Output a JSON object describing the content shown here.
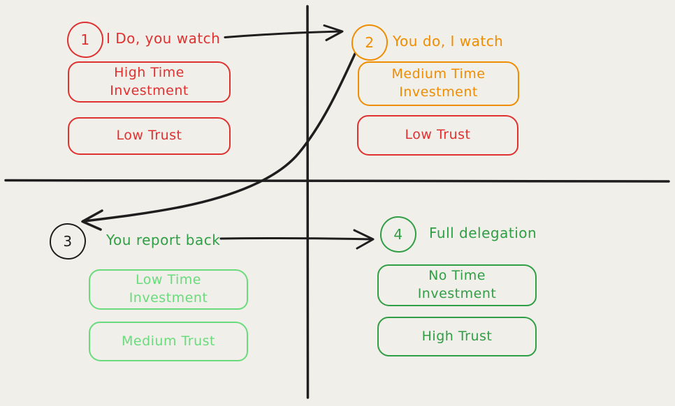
{
  "colors": {
    "background": "#f0efe9",
    "ink": "#1e1e1e",
    "red": "#e03131",
    "orange": "#f08c00",
    "green": "#2f9e44",
    "light_green": "#69db7c"
  },
  "stages": [
    {
      "number": "1",
      "label": "I Do, you watch",
      "label_color": "#e03131",
      "circle_color": "#e03131",
      "boxes": [
        {
          "text": "High Time Investment",
          "color": "#e03131"
        },
        {
          "text": "Low Trust",
          "color": "#e03131"
        }
      ]
    },
    {
      "number": "2",
      "label": "You do, I watch",
      "label_color": "#f08c00",
      "circle_color": "#f08c00",
      "boxes": [
        {
          "text": "Medium Time Investment",
          "color": "#f08c00"
        },
        {
          "text": "Low Trust",
          "color": "#e03131"
        }
      ]
    },
    {
      "number": "3",
      "label": "You report back",
      "label_color": "#2f9e44",
      "circle_color": "#1e1e1e",
      "boxes": [
        {
          "text": "Low Time Investment",
          "color": "#69db7c"
        },
        {
          "text": "Medium Trust",
          "color": "#69db7c"
        }
      ]
    },
    {
      "number": "4",
      "label": "Full delegation",
      "label_color": "#2f9e44",
      "circle_color": "#2f9e44",
      "boxes": [
        {
          "text": "No Time Investment",
          "color": "#2f9e44"
        },
        {
          "text": "High Trust",
          "color": "#2f9e44"
        }
      ]
    }
  ]
}
